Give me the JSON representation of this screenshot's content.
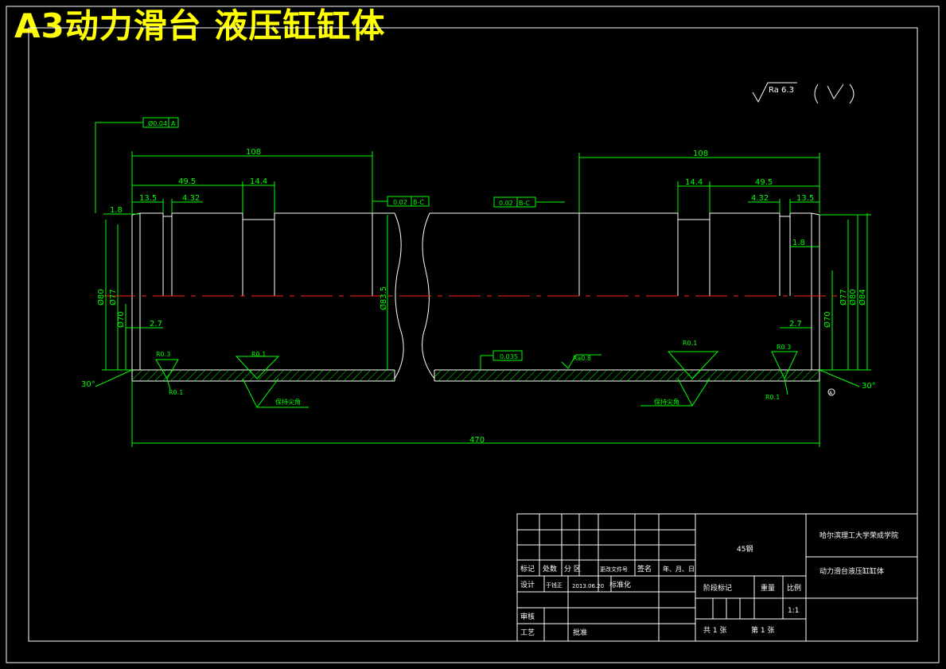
{
  "drawing": {
    "title": "A3动力滑台 液压缸缸体",
    "roughness_note": "Ra 6.3",
    "roughness_rest": "( √ )"
  },
  "dims": {
    "left_108": "108",
    "left_49_5": "49.5",
    "left_14_4": "14.4",
    "left_13_5": "13.5",
    "left_4_32": "4.32",
    "left_1_8": "1.8",
    "left_2_7": "2.7",
    "right_108": "108",
    "right_49_5": "49.5",
    "right_14_4": "14.4",
    "right_13_5": "13.5",
    "right_4_32": "4.32",
    "right_1_8": "1.8",
    "right_2_7": "2.7",
    "total_470": "470",
    "dia_80": "Ø80",
    "dia_77": "Ø77",
    "dia_70": "Ø70",
    "dia_83_5": "Ø83.5",
    "r_dia_77": "Ø77",
    "r_dia_80": "Ø80",
    "r_dia_84": "Ø84",
    "r_dia_70": "Ø70",
    "angle_left": "30°",
    "angle_right": "30°"
  },
  "tolerances": {
    "runout_a": "Ø0.04",
    "datum_a": "A",
    "tol_left": "0.02",
    "datum_left": "B-C",
    "tol_right": "0.02",
    "datum_right": "B-C",
    "tol_bore": "0.035"
  },
  "notes": {
    "r03_left": "R0.3",
    "r01_left_top": "R0.1",
    "r01_left_bottom": "R0.1",
    "r01_right_top": "R0.1",
    "r03_right": "R0.3",
    "r01_right_bottom": "R0.1",
    "ra08": "Ra0.8",
    "sharp_left": "保持尖角",
    "sharp_right": "保持尖角",
    "datum_mark": "A"
  },
  "title_block": {
    "row_labels": [
      "标记",
      "处数",
      "分 区",
      "更改文件号",
      "签名",
      "年、月、日"
    ],
    "design_label": "设计",
    "designer": "于钱正",
    "date": "2013.06.20",
    "standard_label": "标准化",
    "review_label": "审核",
    "process_label": "工艺",
    "approve_label": "批准",
    "material": "45钢",
    "stage_label": "阶段标记",
    "weight_label": "重量",
    "scale_label": "比例",
    "scale": "1:1",
    "sheets": "共 1 张",
    "sheet_no": "第 1 张",
    "school": "哈尔滨理工大学荣成学院",
    "part_name": "动力滑台液压缸缸体"
  }
}
